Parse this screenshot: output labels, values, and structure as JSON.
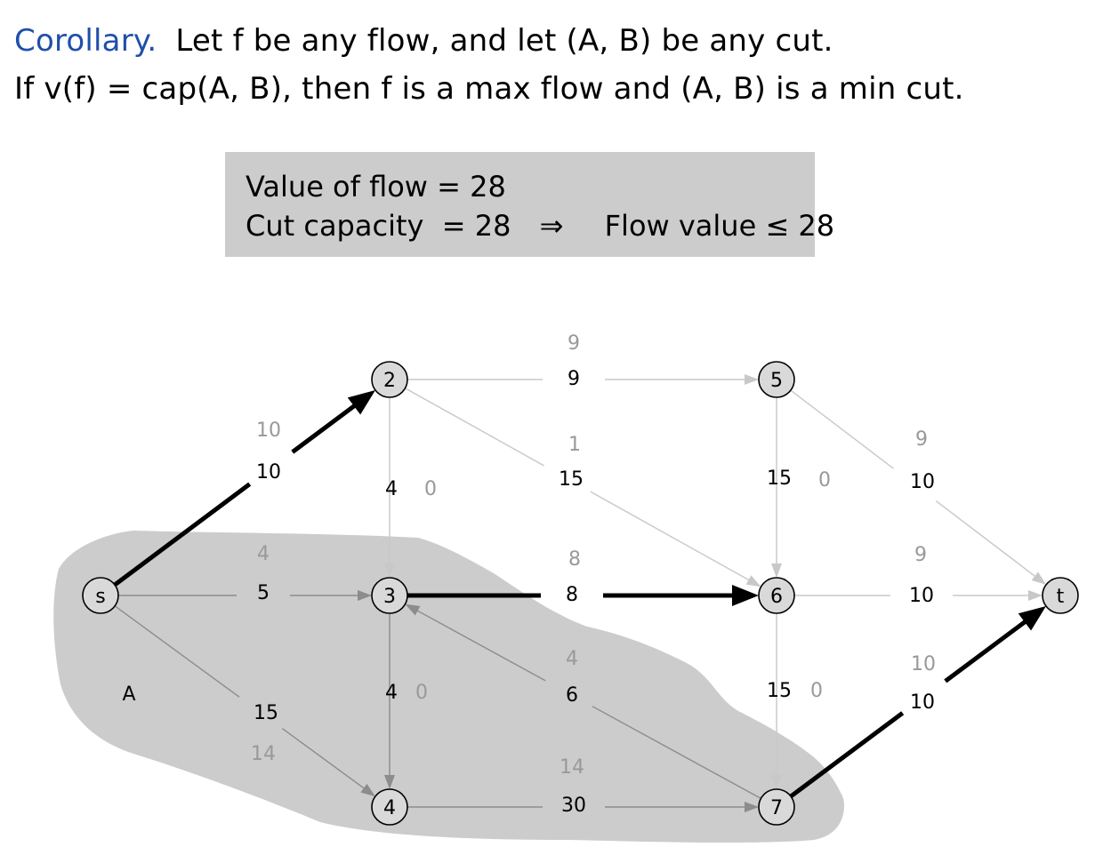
{
  "text": {
    "corollary_keyword": "Corollary.",
    "statement_line1": "Let f be any flow, and let (A, B) be any cut.",
    "statement_line2": "If v(f) = cap(A, B), then f is a max flow and (A, B) is a min cut."
  },
  "summary": {
    "flow_value": "Value of flow = 28",
    "cut_capacity": "Cut capacity  = 28",
    "implies": "⇒",
    "conclusion": "Flow value ≤ 28"
  },
  "cut_set_label": "A",
  "colors": {
    "cut_region": "#cccccc",
    "crossing_edge": "#000000",
    "other_edge": "#c8c8c8",
    "inside_edge": "#8c8c8c",
    "node_fill": "#d9d9d9",
    "flow_label": "#999999",
    "capacity_label": "#000000",
    "title_accent": "#1f4fa8"
  },
  "nodes": [
    {
      "id": "s",
      "label": "s"
    },
    {
      "id": "2",
      "label": "2"
    },
    {
      "id": "3",
      "label": "3"
    },
    {
      "id": "4",
      "label": "4"
    },
    {
      "id": "5",
      "label": "5"
    },
    {
      "id": "6",
      "label": "6"
    },
    {
      "id": "7",
      "label": "7"
    },
    {
      "id": "t",
      "label": "t"
    }
  ],
  "edges": [
    {
      "from": "s",
      "to": "2",
      "capacity": "10",
      "flow": "10",
      "style": "crossing"
    },
    {
      "from": "s",
      "to": "3",
      "capacity": "5",
      "flow": "4",
      "style": "inside"
    },
    {
      "from": "s",
      "to": "4",
      "capacity": "15",
      "flow": "14",
      "style": "inside"
    },
    {
      "from": "2",
      "to": "5",
      "capacity": "9",
      "flow": "9",
      "style": "outside"
    },
    {
      "from": "2",
      "to": "3",
      "capacity": "4",
      "flow": "0",
      "style": "backward"
    },
    {
      "from": "2",
      "to": "6",
      "capacity": "15",
      "flow": "1",
      "style": "outside"
    },
    {
      "from": "3",
      "to": "6",
      "capacity": "8",
      "flow": "8",
      "style": "crossing"
    },
    {
      "from": "3",
      "to": "4",
      "capacity": "4",
      "flow": "0",
      "style": "inside"
    },
    {
      "from": "7",
      "to": "3",
      "capacity": "6",
      "flow": "4",
      "style": "inside"
    },
    {
      "from": "4",
      "to": "7",
      "capacity": "30",
      "flow": "14",
      "style": "inside"
    },
    {
      "from": "5",
      "to": "6",
      "capacity": "15",
      "flow": "0",
      "style": "outside"
    },
    {
      "from": "5",
      "to": "t",
      "capacity": "10",
      "flow": "9",
      "style": "outside"
    },
    {
      "from": "6",
      "to": "t",
      "capacity": "10",
      "flow": "9",
      "style": "outside"
    },
    {
      "from": "6",
      "to": "7",
      "capacity": "15",
      "flow": "0",
      "style": "backward"
    },
    {
      "from": "7",
      "to": "t",
      "capacity": "10",
      "flow": "10",
      "style": "crossing"
    }
  ]
}
